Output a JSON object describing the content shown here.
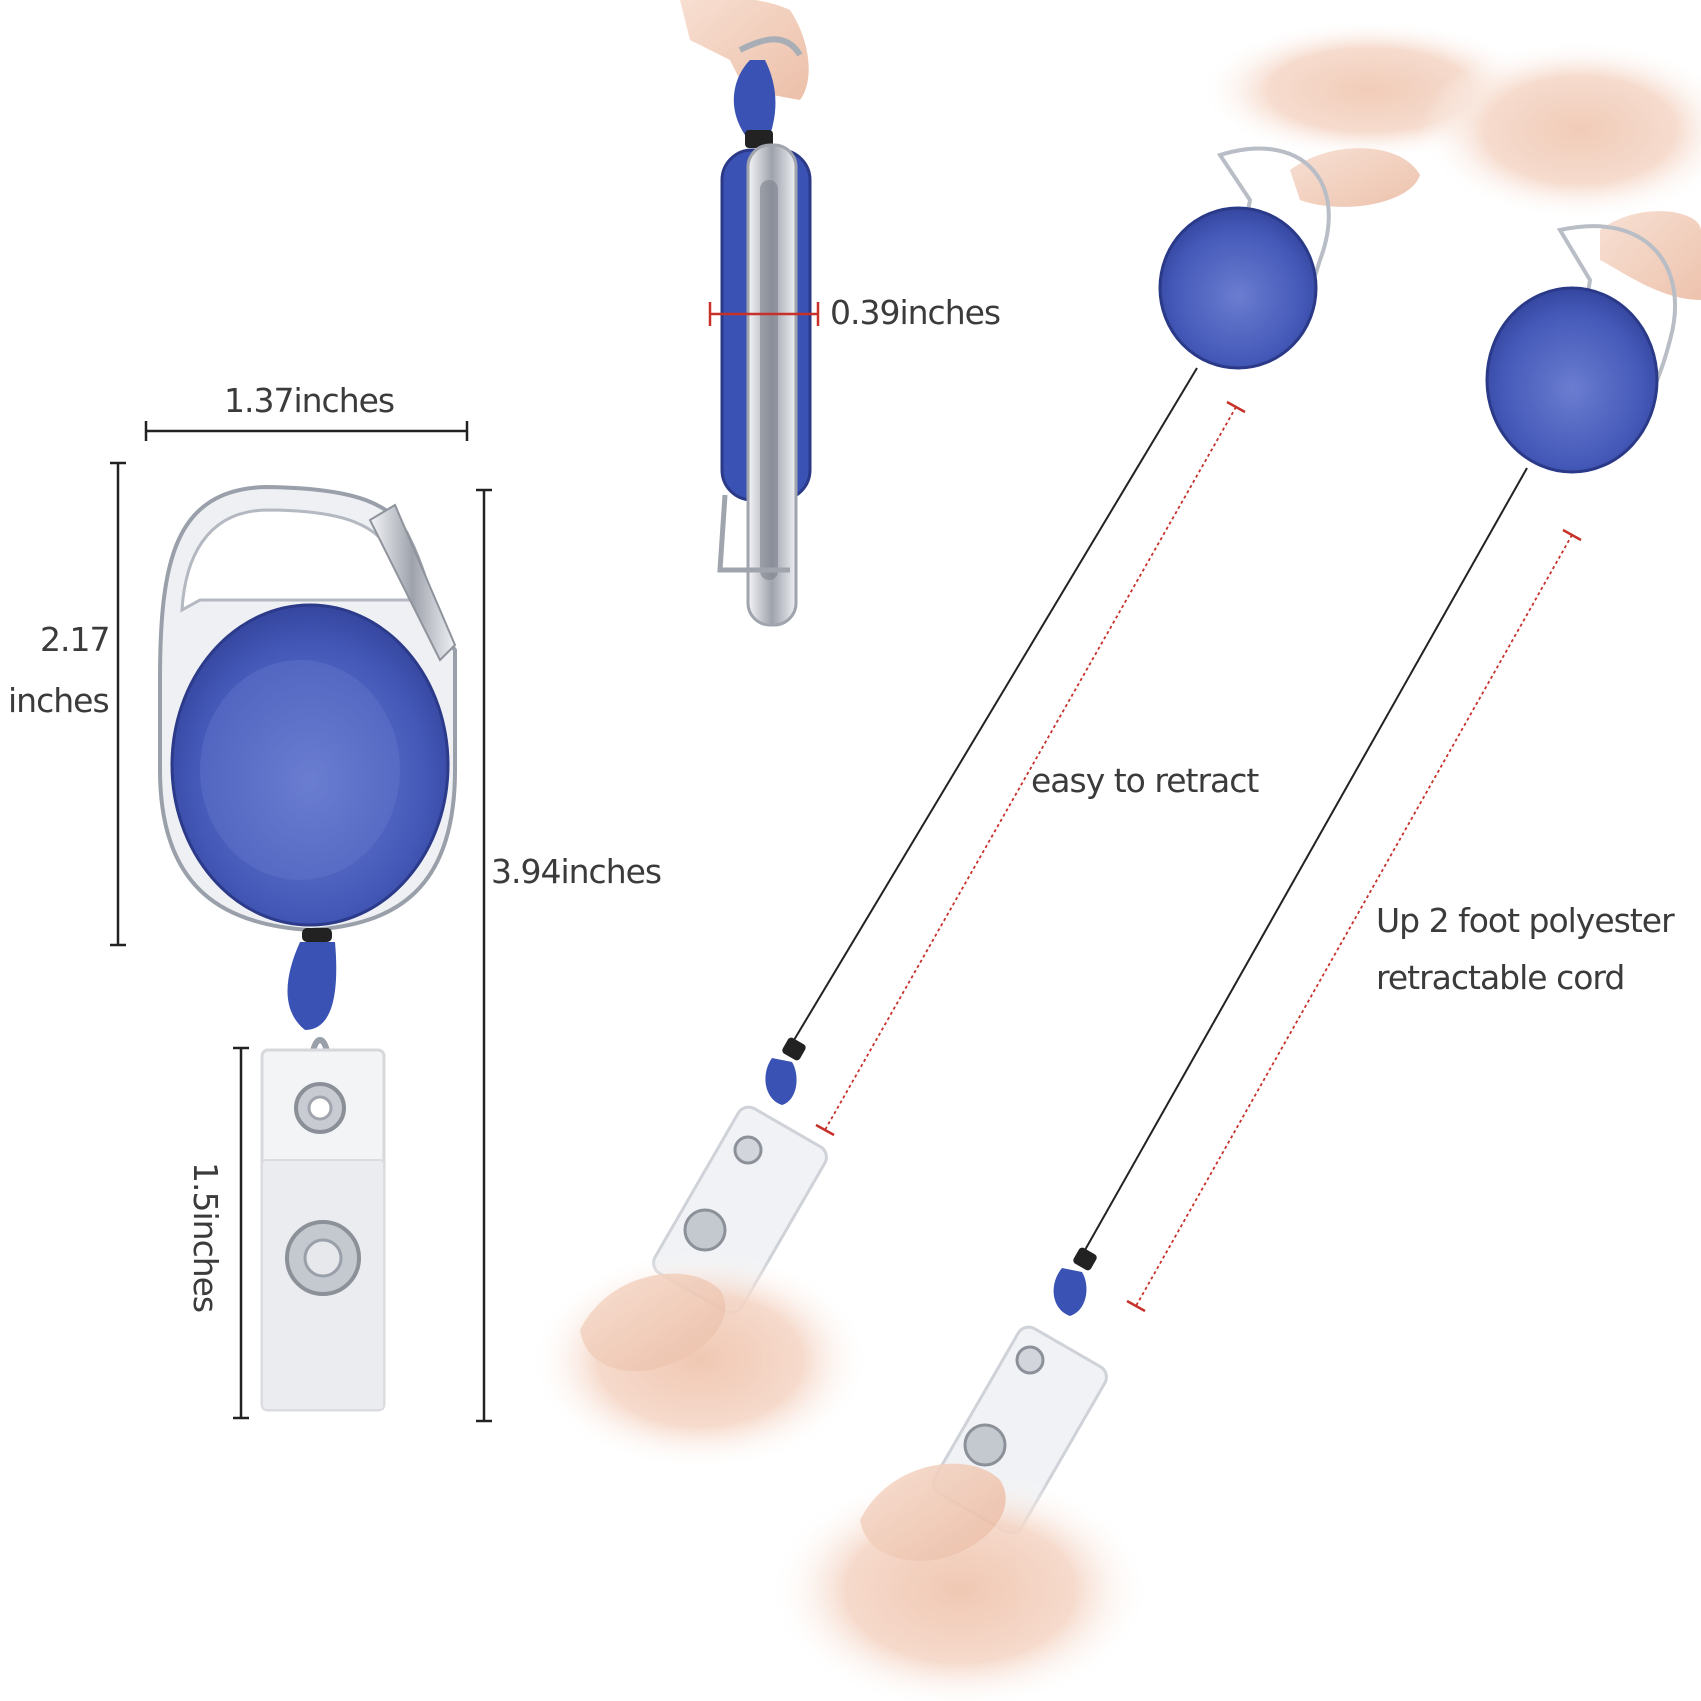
{
  "labels": {
    "width": "1.37inches",
    "body_height_line1": "2.17",
    "body_height_line2": "inches",
    "total_length": "3.94inches",
    "strap_length": "1.5inches",
    "thickness": "0.39inches",
    "retract": "easy to retract",
    "cord_line1": "Up 2 foot polyester",
    "cord_line2": "retractable cord"
  },
  "colors": {
    "reel_blue": "#3f56b4",
    "reel_blue_light": "#6678cc",
    "metal": "#c9ccd3",
    "dimension_line": "#222222",
    "measure_red": "#c8302a",
    "skin": "#f0c9b4"
  },
  "icons": [
    "badge-reel-front",
    "badge-reel-side",
    "badge-reel-extended"
  ]
}
